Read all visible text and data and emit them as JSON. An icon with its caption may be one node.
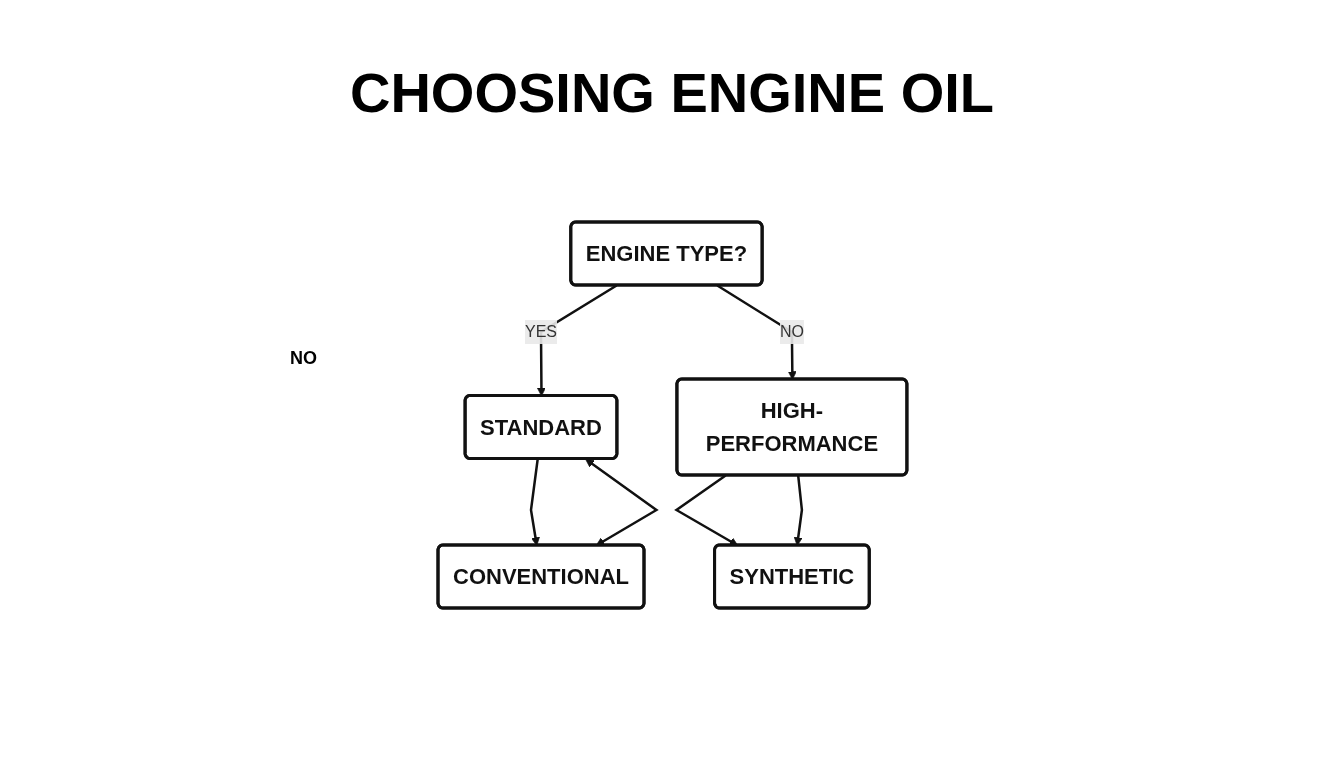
{
  "diagram": {
    "title": "CHOOSING ENGINE OIL",
    "nodes": [
      {
        "text": [
          "ENGINE TYPE?"
        ]
      },
      {
        "text": [
          "STANDARD"
        ]
      },
      {
        "text": [
          "HIGH-PERFORMANCE"
        ]
      },
      {
        "text": [
          "CONVENTIONAL"
        ]
      },
      {
        "text": [
          "SYNTHETIC"
        ]
      }
    ],
    "edges": [
      {
        "from": 0,
        "to": 1,
        "arrow": "to",
        "label": "YES"
      },
      {
        "from": 0,
        "to": 2,
        "arrow": "to",
        "label": "NO"
      },
      {
        "from": 1,
        "to": 3,
        "arrow": "to"
      },
      {
        "from": 1,
        "to": 3,
        "arrow": "both"
      },
      {
        "from": 2,
        "to": 4,
        "arrow": "to"
      },
      {
        "from": 2,
        "to": 4,
        "arrow": "to"
      }
    ],
    "labels": [
      "NO"
    ]
  }
}
